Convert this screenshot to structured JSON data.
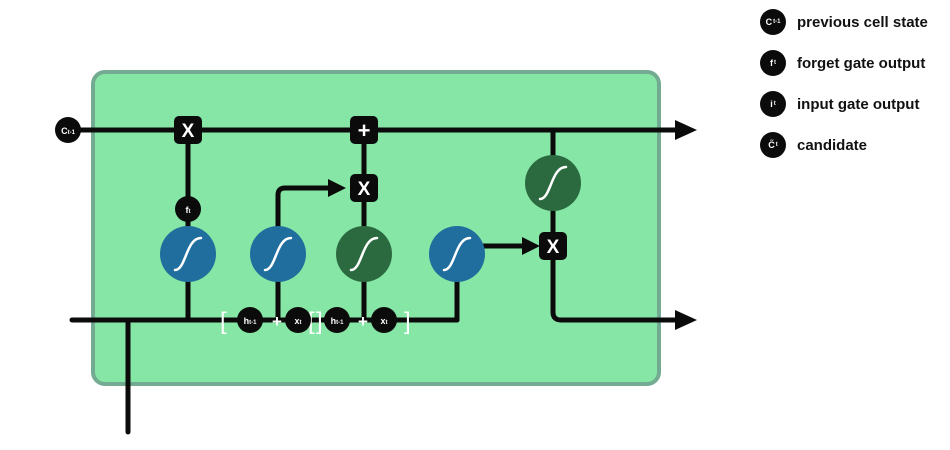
{
  "legend": [
    {
      "symbol": "C",
      "sub": "t-1",
      "label": "previous cell state"
    },
    {
      "symbol": "f",
      "sub": "t",
      "label": "forget gate output"
    },
    {
      "symbol": "i",
      "sub": "t",
      "label": "input gate output"
    },
    {
      "symbol": "C̃",
      "sub": "t",
      "label": "candidate"
    }
  ],
  "nodes": {
    "cell_input": {
      "symbol": "C",
      "sub": "t-1"
    },
    "forget_output": {
      "symbol": "f",
      "sub": "t"
    },
    "hidden_1": {
      "symbol": "h",
      "sub": "t-1"
    },
    "input_1": {
      "symbol": "x",
      "sub": "t"
    },
    "hidden_2": {
      "symbol": "h",
      "sub": "t-1"
    },
    "input_2": {
      "symbol": "x",
      "sub": "t"
    }
  },
  "operators": {
    "forget_multiply": "X",
    "cell_add": "+",
    "input_multiply": "X",
    "output_multiply": "X",
    "concat_plus_1": "+",
    "concat_plus_2": "+",
    "bracket_open_1": "[",
    "bracket_close_1": "]",
    "bracket_open_2": "[",
    "bracket_close_2": "]"
  },
  "colors": {
    "cell_fill": "#86e6a5",
    "cell_border": "#73aa92",
    "sigmoid_blue": "#1f6e9e",
    "tanh_green": "#2b6a3f",
    "line": "#0b0b0b",
    "bracket": "#ffffff"
  }
}
